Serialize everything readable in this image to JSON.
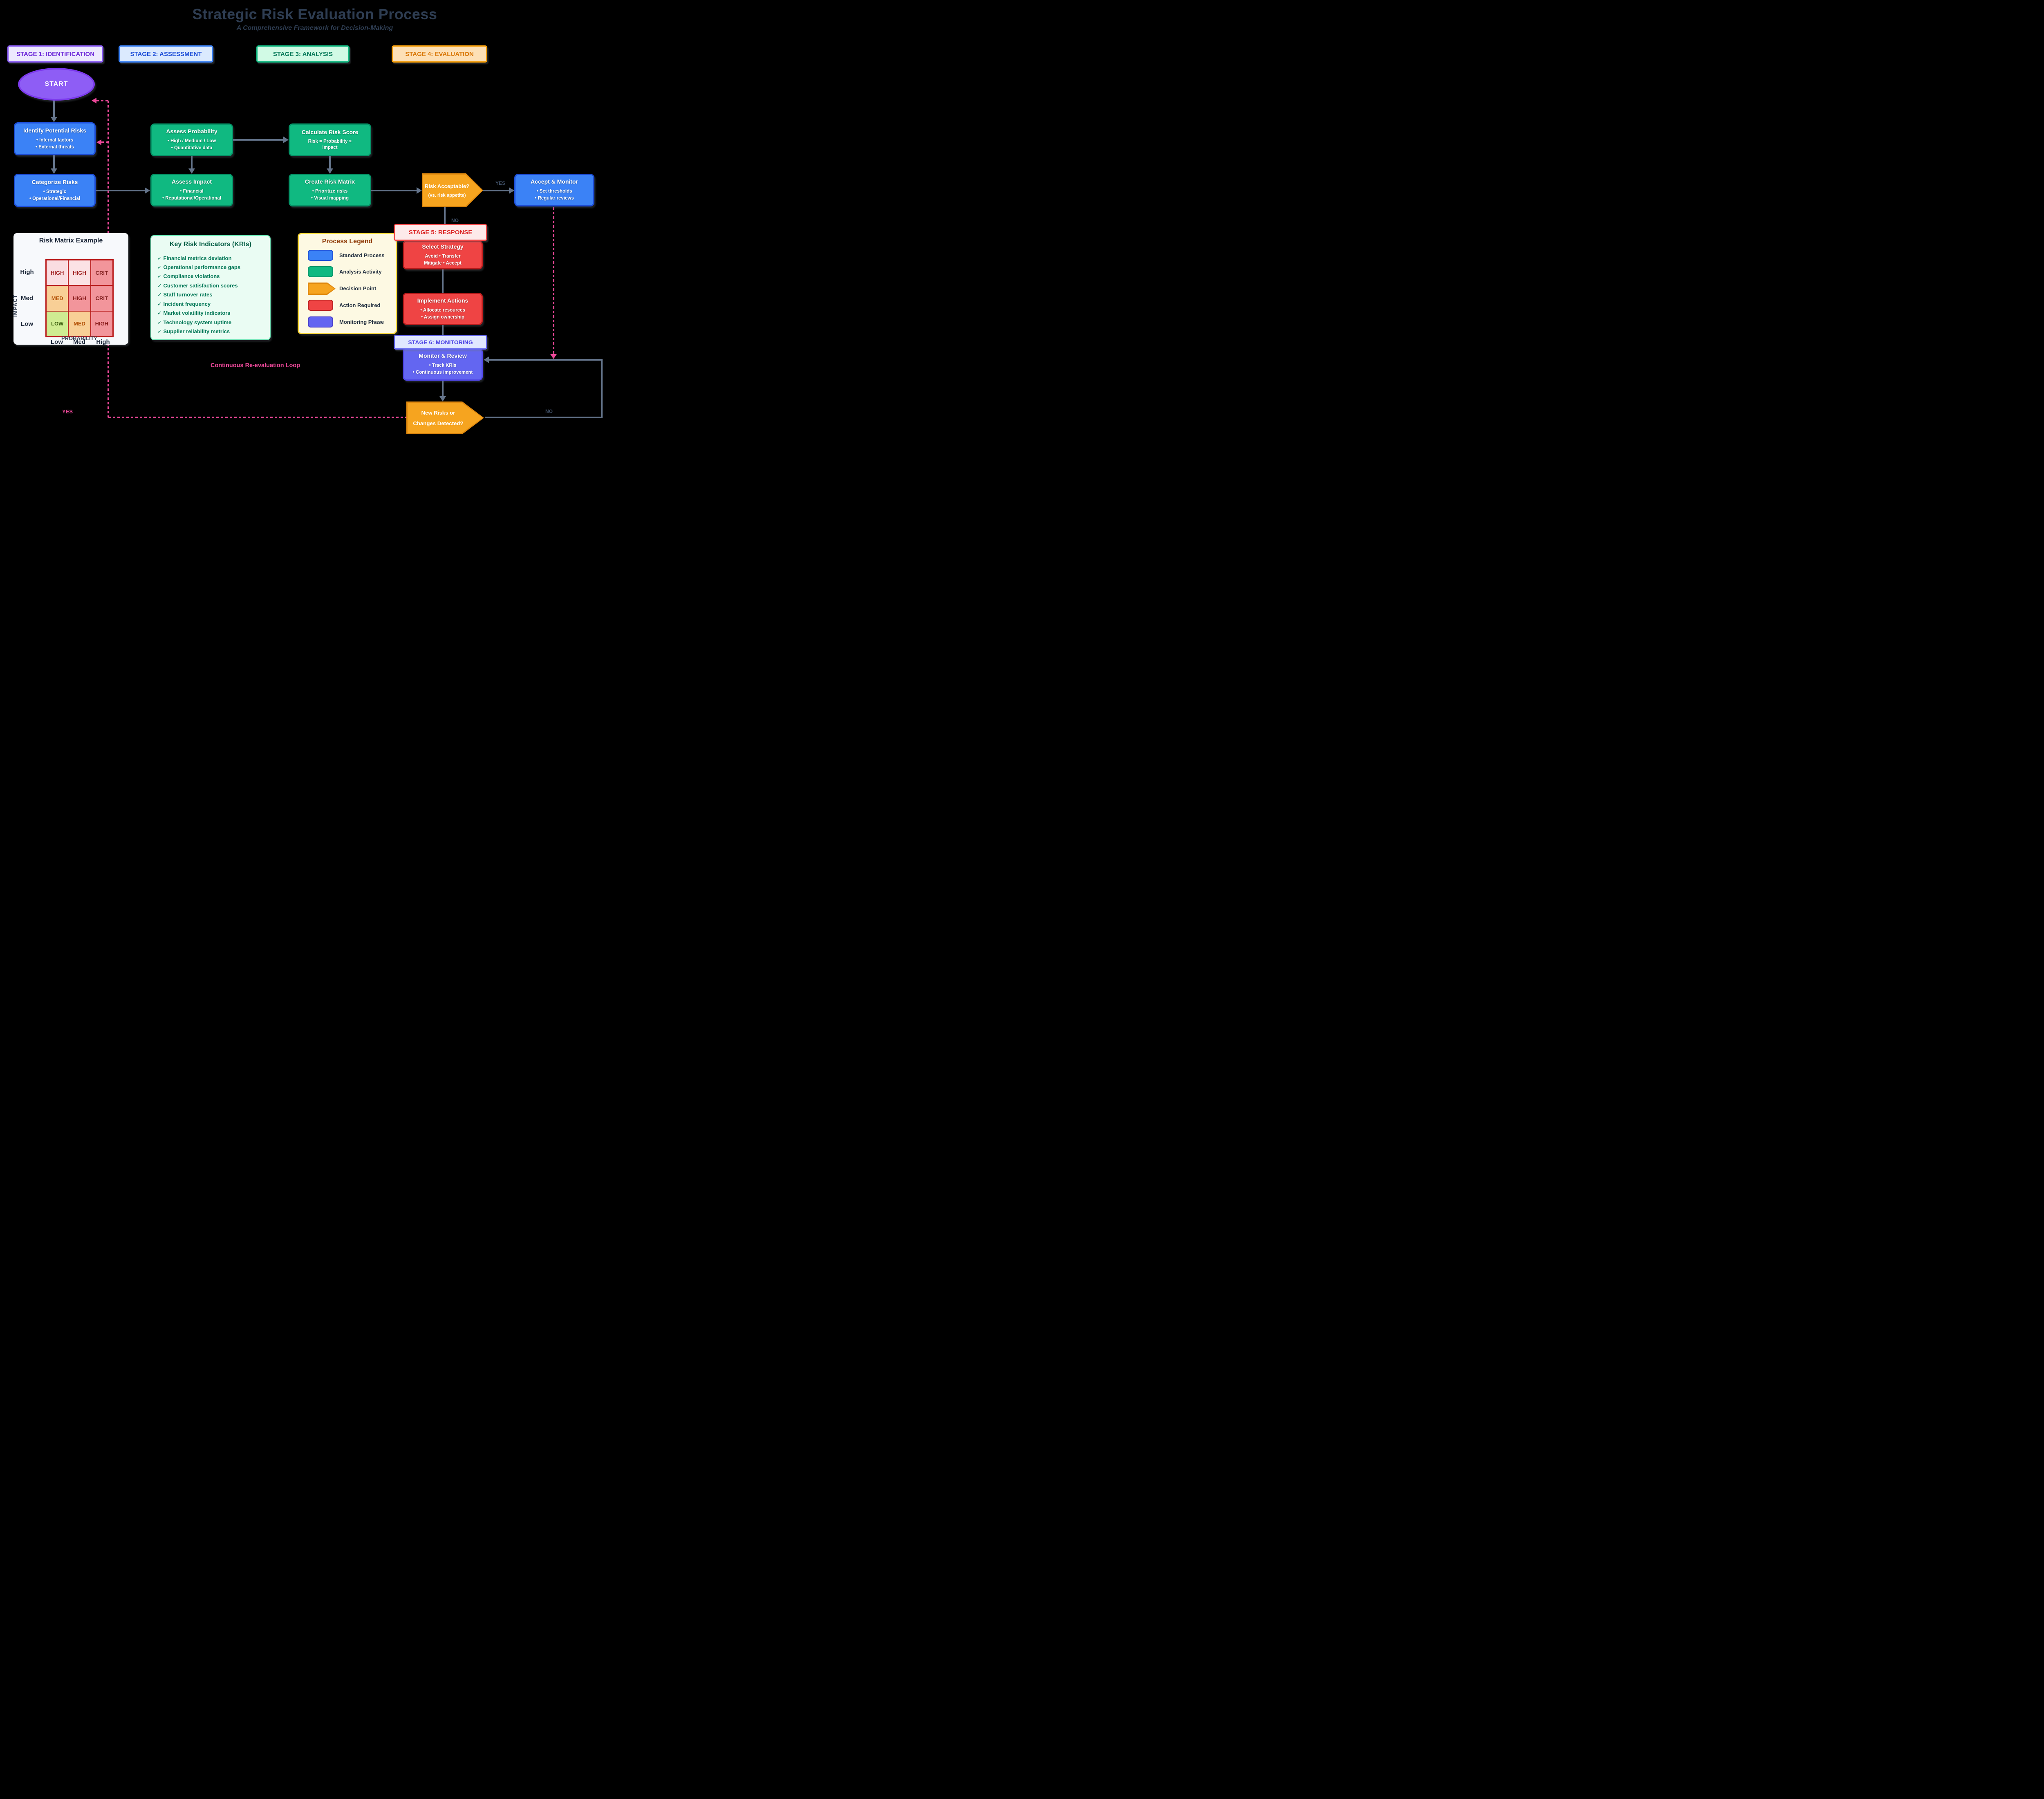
{
  "title": "Strategic Risk Evaluation Process",
  "subtitle": "A Comprehensive Framework for Decision-Making",
  "stage_headers": [
    {
      "label": "STAGE 1: IDENTIFICATION"
    },
    {
      "label": "STAGE 2: ASSESSMENT"
    },
    {
      "label": "STAGE 3: ANALYSIS"
    },
    {
      "label": "STAGE 4: EVALUATION"
    },
    {
      "label": "STAGE 5: RESPONSE"
    },
    {
      "label": "STAGE 6: MONITORING"
    }
  ],
  "nodes": {
    "start": {
      "label": "START"
    },
    "identify": {
      "title": "Identify Potential Risks",
      "lines": [
        "• Internal factors",
        "• External threats"
      ]
    },
    "categorize": {
      "title": "Categorize Risks",
      "lines": [
        "• Strategic",
        "• Operational/Financial"
      ]
    },
    "assess_probability": {
      "title": "Assess Probability",
      "lines": [
        "• High / Medium / Low",
        "• Quantitative data"
      ]
    },
    "calculate_risk_score": {
      "title": "Calculate Risk Score",
      "lines": [
        "Risk = Probability ×",
        "Impact"
      ]
    },
    "assess_impact": {
      "title": "Assess Impact",
      "lines": [
        "• Financial",
        "• Reputational/Operational"
      ]
    },
    "create_risk_matrix": {
      "title": "Create Risk Matrix",
      "lines": [
        "• Prioritize risks",
        "• Visual mapping"
      ]
    },
    "risk_acceptable": {
      "title": "Risk Acceptable?",
      "subtitle": "(vs. risk appetite)"
    },
    "accept_monitor": {
      "title": "Accept & Monitor",
      "lines": [
        "• Set thresholds",
        "• Regular reviews"
      ]
    },
    "select_strategy": {
      "title": "Select Strategy",
      "lines": [
        "Avoid • Transfer",
        "Mitigate • Accept"
      ]
    },
    "implement_actions": {
      "title": "Implement Actions",
      "lines": [
        "• Allocate resources",
        "• Assign ownership"
      ]
    },
    "monitor_review": {
      "title": "Monitor & Review",
      "lines": [
        "• Track KRIs",
        "• Continuous improvement"
      ]
    },
    "new_risks": {
      "lines": [
        "New Risks or",
        "Changes Detected?"
      ]
    }
  },
  "edge_labels": {
    "yes_accept": "YES",
    "no_response": "NO",
    "no_monitor_loop": "NO",
    "yes_reeval": "YES",
    "reeval_loop": "Continuous Re-evaluation Loop"
  },
  "risk_matrix": {
    "title": "Risk Matrix Example",
    "y_axis": "IMPACT",
    "x_axis": "PROBABILITY",
    "row_labels": [
      "High",
      "Med",
      "Low"
    ],
    "col_labels": [
      "Low",
      "Med",
      "High"
    ],
    "cells": [
      [
        "HIGH",
        "HIGH",
        "CRIT"
      ],
      [
        "MED",
        "HIGH",
        "CRIT"
      ],
      [
        "LOW",
        "MED",
        "HIGH"
      ]
    ]
  },
  "kri": {
    "title": "Key Risk Indicators (KRIs)",
    "items": [
      "✓ Financial metrics deviation",
      "✓ Operational performance gaps",
      "✓ Compliance violations",
      "✓ Customer satisfaction scores",
      "✓ Staff turnover rates",
      "✓ Incident frequency",
      "✓ Market volatility indicators",
      "✓ Technology system uptime",
      "✓ Supplier reliability metrics"
    ]
  },
  "legend": {
    "title": "Process Legend",
    "items": [
      {
        "swatch": "standard-process-swatch",
        "label": "Standard Process"
      },
      {
        "swatch": "analysis-activity-swatch",
        "label": "Analysis Activity"
      },
      {
        "swatch": "decision-point-swatch",
        "label": "Decision Point"
      },
      {
        "swatch": "action-required-swatch",
        "label": "Action Required"
      },
      {
        "swatch": "monitoring-phase-swatch",
        "label": "Monitoring Phase"
      }
    ]
  },
  "colors": {
    "accent_pink": "#ec4899",
    "process_blue": "#3b82f6",
    "analysis_green": "#10b981",
    "decision_orange": "#f6a41f",
    "action_red": "#ef4444",
    "monitoring_indigo": "#6366f1",
    "connector_grey": "#64748b"
  }
}
